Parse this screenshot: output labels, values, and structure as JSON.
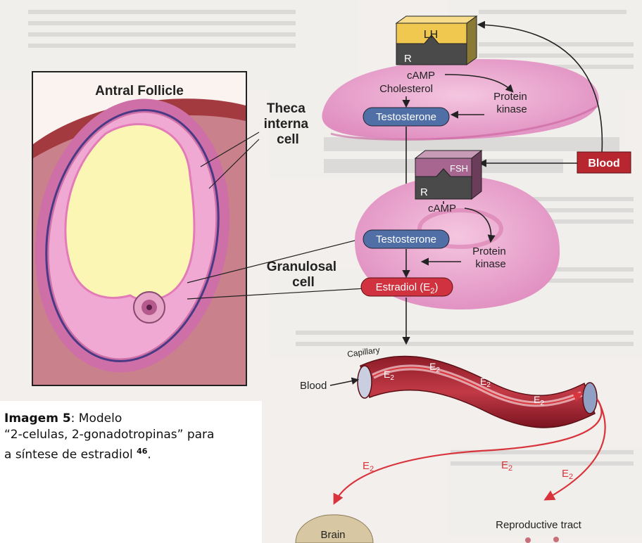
{
  "labels": {
    "antral_follicle": "Antral Follicle",
    "theca_interna_cell": [
      "Theca",
      "interna",
      "cell"
    ],
    "granulosal_cell": [
      "Granulosal",
      "cell"
    ],
    "lh_receptor": "LH",
    "fsh_receptor": "FSH",
    "receptor_r": "R",
    "camp": "cAMP",
    "cholesterol": "Cholesterol",
    "protein_kinase": [
      "Protein",
      "kinase"
    ],
    "testosterone": "Testosterone",
    "estradiol": "Estradiol (E",
    "estradiol_sub": "2",
    "estradiol_close": ")",
    "blood_box": "Blood",
    "capillary": "Capillary",
    "blood_label": "Blood",
    "e2_symbol": "E",
    "e2_sub": "2",
    "brain": "Brain",
    "reproductive_tract": "Reproductive tract"
  },
  "caption": {
    "label": "Imagem 5",
    "text_line1": ": Modelo",
    "text_line2": "“2-celulas, 2-gonadotropinas” para",
    "text_line3": "a síntese de estradiol ",
    "ref": "46",
    "end": "."
  },
  "colors": {
    "cell_pink": "#e79cc9",
    "testosterone_box": "#4f6fa6",
    "estradiol_box": "#d0323f",
    "blood_box": "#b8262f",
    "lh_yellow": "#f0c850",
    "fsh_mauve": "#a6668f",
    "capillary_red": "#a82834",
    "arrow_red": "#d9343c"
  }
}
